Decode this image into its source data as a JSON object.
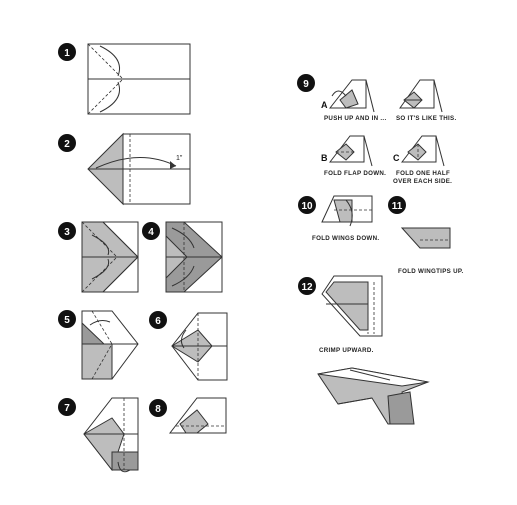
{
  "steps": {
    "s1": "1",
    "s2": "2",
    "s3": "3",
    "s4": "4",
    "s5": "5",
    "s6": "6",
    "s7": "7",
    "s8": "8",
    "s9": "9",
    "s10": "10",
    "s11": "11",
    "s12": "12"
  },
  "step2_annotation": "1\"",
  "step9": {
    "a_letter": "A",
    "a_caption": "PUSH UP AND IN ...",
    "b_letter": "B",
    "b_caption": "FOLD FLAP DOWN.",
    "c_letter": "C",
    "c_caption_1": "FOLD ONE HALF",
    "c_caption_2": "OVER EACH SIDE.",
    "like_caption": "SO IT'S LIKE THIS."
  },
  "step10_caption": "FOLD WINGS DOWN.",
  "step11_caption": "FOLD WINGTIPS UP.",
  "step12_caption": "CRIMP UPWARD."
}
